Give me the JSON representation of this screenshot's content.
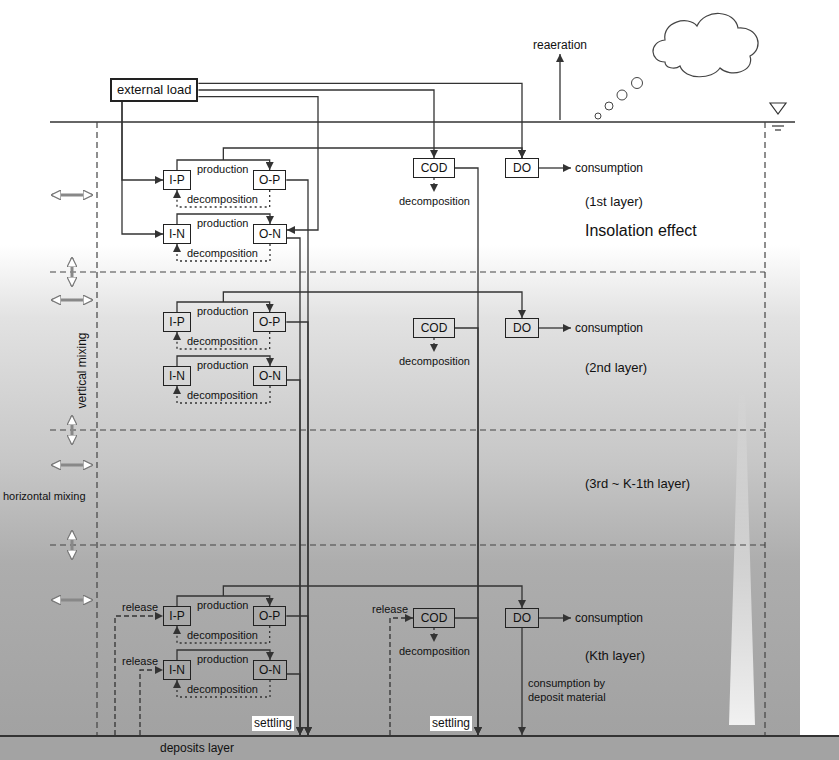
{
  "diagram": {
    "nodes": [
      {
        "text": [
          "external load"
        ]
      },
      {
        "text": [
          "I-P"
        ]
      },
      {
        "text": [
          "O-P"
        ]
      },
      {
        "text": [
          "I-N"
        ]
      },
      {
        "text": [
          "O-N"
        ]
      },
      {
        "text": [
          "COD"
        ]
      },
      {
        "text": [
          "DO"
        ]
      },
      {
        "text": [
          "I-P"
        ]
      },
      {
        "text": [
          "O-P"
        ]
      },
      {
        "text": [
          "I-N"
        ]
      },
      {
        "text": [
          "O-N"
        ]
      },
      {
        "text": [
          "COD"
        ]
      },
      {
        "text": [
          "DO"
        ]
      },
      {
        "text": [
          "I-P"
        ]
      },
      {
        "text": [
          "O-P"
        ]
      },
      {
        "text": [
          "I-N"
        ]
      },
      {
        "text": [
          "O-N"
        ]
      },
      {
        "text": [
          "COD"
        ]
      },
      {
        "text": [
          "DO"
        ]
      },
      {
        "text": [
          "deposits layer"
        ]
      }
    ],
    "edges": [
      {
        "from": 1,
        "to": 2,
        "arrow": "to",
        "label": "production"
      },
      {
        "from": 2,
        "to": 1,
        "arrow": "to",
        "label": "decomposition"
      },
      {
        "from": 3,
        "to": 4,
        "arrow": "to",
        "label": "production"
      },
      {
        "from": 4,
        "to": 3,
        "arrow": "to",
        "label": "decomposition"
      },
      {
        "from": 2,
        "to": 19,
        "arrow": "to"
      },
      {
        "from": 4,
        "to": 19,
        "arrow": "to"
      },
      {
        "from": 5,
        "to": 19,
        "arrow": "to"
      },
      {
        "from": 7,
        "to": 8,
        "arrow": "to",
        "label": "production"
      },
      {
        "from": 8,
        "to": 7,
        "arrow": "to",
        "label": "decomposition"
      },
      {
        "from": 9,
        "to": 10,
        "arrow": "to",
        "label": "production"
      },
      {
        "from": 10,
        "to": 9,
        "arrow": "to",
        "label": "decomposition"
      },
      {
        "from": 8,
        "to": 19,
        "arrow": "to"
      },
      {
        "from": 10,
        "to": 19,
        "arrow": "to"
      },
      {
        "from": 11,
        "to": 19,
        "arrow": "to"
      },
      {
        "from": 13,
        "to": 14,
        "arrow": "to",
        "label": "production"
      },
      {
        "from": 14,
        "to": 13,
        "arrow": "to",
        "label": "decomposition"
      },
      {
        "from": 15,
        "to": 16,
        "arrow": "to",
        "label": "production"
      },
      {
        "from": 16,
        "to": 15,
        "arrow": "to",
        "label": "decomposition"
      },
      {
        "from": 14,
        "to": 19,
        "arrow": "to"
      },
      {
        "from": 16,
        "to": 19,
        "arrow": "to"
      },
      {
        "from": 17,
        "to": 19,
        "arrow": "to"
      },
      {
        "from": 0,
        "to": 1,
        "arrow": "to"
      },
      {
        "from": 0,
        "to": 3,
        "arrow": "to"
      },
      {
        "from": 0,
        "to": 4,
        "arrow": "to"
      },
      {
        "from": 0,
        "to": 5,
        "arrow": "to"
      },
      {
        "from": 0,
        "to": 6,
        "arrow": "to"
      },
      {
        "from": 19,
        "to": 13,
        "arrow": "to",
        "label": "release"
      },
      {
        "from": 19,
        "to": 15,
        "arrow": "to",
        "label": "release"
      },
      {
        "from": 19,
        "to": 17,
        "arrow": "to",
        "label": "release"
      },
      {
        "from": 18,
        "to": 19,
        "arrow": "to",
        "label": "consumption by deposit material"
      }
    ],
    "labels": [
      "reaeration",
      "consumption",
      "decomposition",
      "(1st layer)",
      "Insolation effect",
      "consumption",
      "decomposition",
      "(2nd layer)",
      "vertical mixing",
      "horizontal mixing",
      "(3rd ~ K-1th layer)",
      "consumption",
      "decomposition",
      "(Kth layer)",
      "settling",
      "settling"
    ]
  }
}
